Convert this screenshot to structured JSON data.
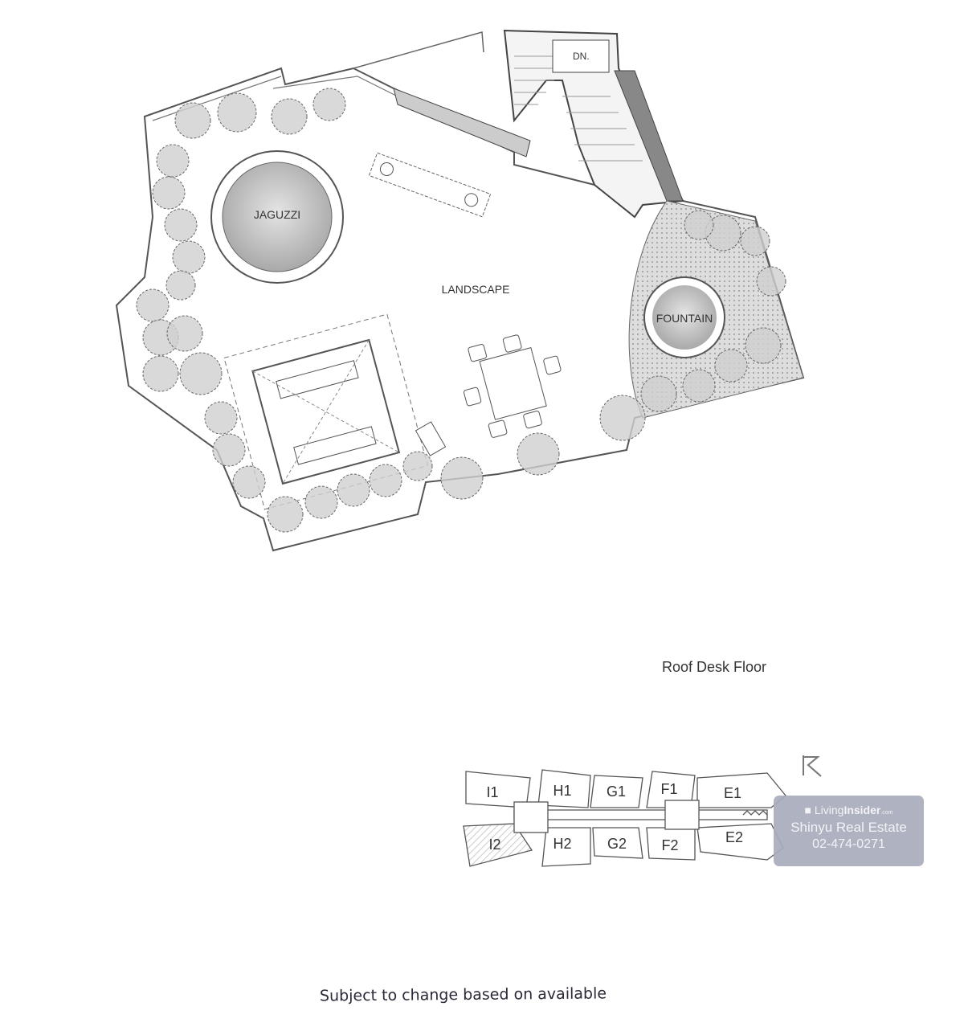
{
  "plan": {
    "labels": {
      "jacuzzi": "JAGUZZI",
      "landscape": "LANDSCAPE",
      "fountain": "FOUNTAIN",
      "down": "DN."
    },
    "title": "Roof Desk Floor"
  },
  "key_plan": {
    "units_top": [
      "I1",
      "H1",
      "G1",
      "F1",
      "E1"
    ],
    "units_bottom": [
      "I2",
      "H2",
      "G2",
      "F2",
      "E2"
    ],
    "highlighted_unit": "I2"
  },
  "watermark": {
    "brand_prefix": "Living",
    "brand_main": "Insider",
    "brand_suffix": ".com",
    "agent": "Shinyu Real Estate",
    "phone": "02-474-0271"
  },
  "disclaimer": "Subject to change based on available"
}
